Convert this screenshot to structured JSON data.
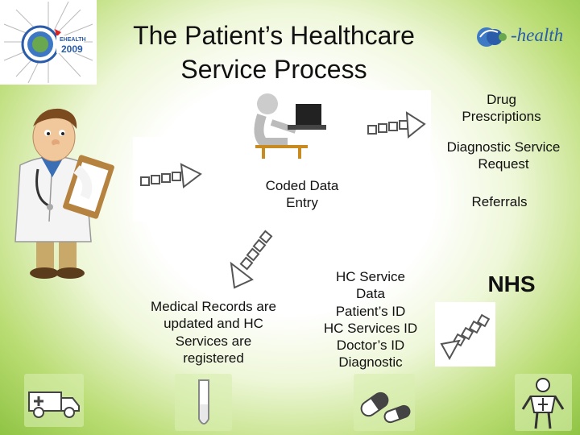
{
  "title_line1": "The Patient’s Healthcare",
  "title_line2": "Service Process",
  "logo_left": {
    "text": "EHEALTH",
    "year": "2009"
  },
  "logo_right": {
    "text": "-health"
  },
  "labels": {
    "drug": [
      "Drug",
      "Prescriptions"
    ],
    "diagnostic_request": [
      "Diagnostic Service",
      "Request"
    ],
    "referrals": "Referrals",
    "coded_entry": [
      "Coded Data",
      "Entry"
    ],
    "hc_service_data": [
      "HC Service",
      "Data",
      "Patient’s ID",
      "HC Services ID",
      "Doctor’s ID",
      "Diagnostic"
    ],
    "nhs": "NHS",
    "medical_records": [
      "Medical Records are",
      "updated and HC",
      "Services are",
      "registered"
    ]
  },
  "colors": {
    "accent_green": "#8fc444",
    "icon_gray": "#555555"
  }
}
